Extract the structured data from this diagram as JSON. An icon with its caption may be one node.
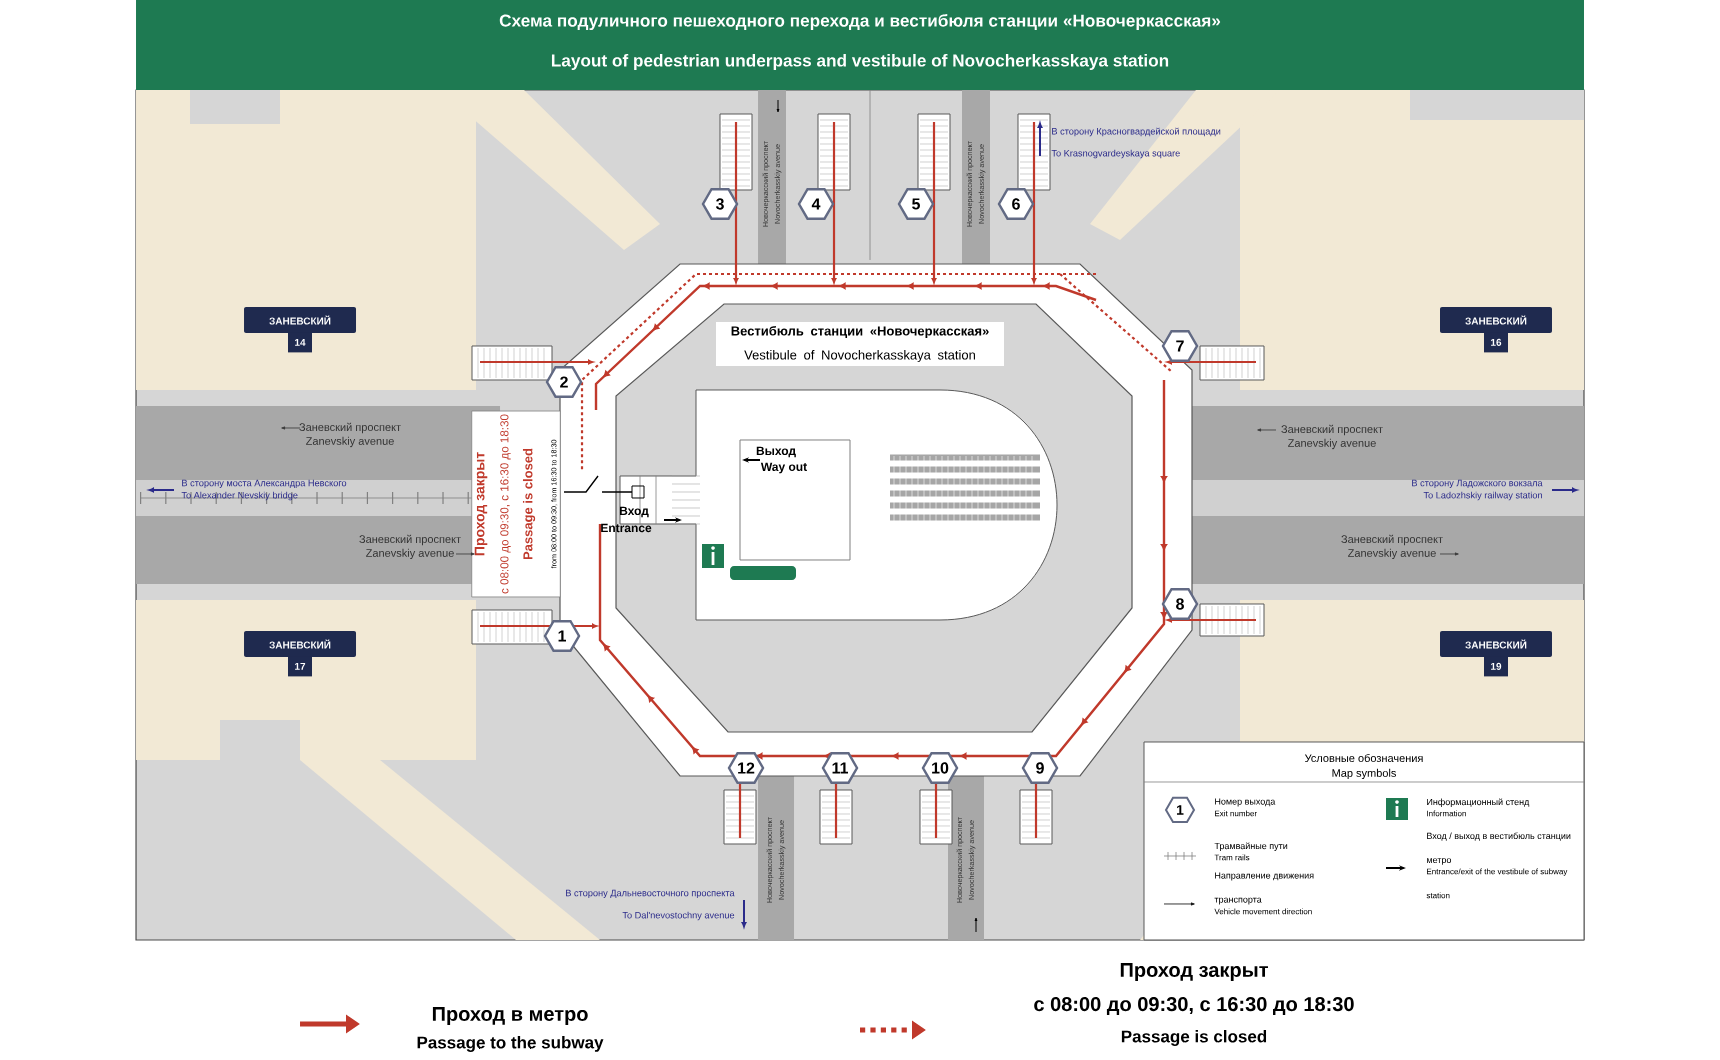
{
  "diagram": {
    "title": "Схема подуличного пешеходного перехода и вестибюля станции «Новочеркасская»",
    "caption": "Layout of pedestrian underpass and vestibule of Novocherkasskaya station",
    "nodes": [
      {
        "text": [
          "1"
        ]
      },
      {
        "text": [
          "2"
        ]
      },
      {
        "text": [
          "3"
        ]
      },
      {
        "text": [
          "4"
        ]
      },
      {
        "text": [
          "5"
        ]
      },
      {
        "text": [
          "6"
        ]
      },
      {
        "text": [
          "7"
        ]
      },
      {
        "text": [
          "8"
        ]
      },
      {
        "text": [
          "9"
        ]
      },
      {
        "text": [
          "10"
        ]
      },
      {
        "text": [
          "11"
        ]
      },
      {
        "text": [
          "12"
        ]
      },
      {
        "text": [
          "Вестибюль станции «Новочеркасская»",
          "Vestibule of Novocherkasskaya station"
        ]
      },
      {
        "text": [
          "Проход закрыт",
          "с 08:00 до 09:30, с 16:30 до 18:30",
          "Passage is closed",
          "from 08:00 to 09:30, from 16:30 to 18:30"
        ]
      },
      {
        "text": [
          "ЗАНЕВСКИЙ",
          "14"
        ]
      },
      {
        "text": [
          "ЗАНЕВСКИЙ",
          "16"
        ]
      },
      {
        "text": [
          "ЗАНЕВСКИЙ",
          "17"
        ]
      },
      {
        "text": [
          "ЗАНЕВСКИЙ",
          "19"
        ]
      }
    ],
    "labels": [
      "Заневский проспект",
      "Zanevskiy avenue",
      "Заневский проспект",
      "Zanevskiy avenue",
      "Заневский проспект",
      "Zanevskiy avenue",
      "Заневский проспект",
      "Zanevskiy avenue",
      "В сторону моста Александра Невского",
      "To Alexander Nevskiy bridge",
      "В сторону Ладожского вокзала",
      "To Ladozhskiy railway station",
      "В сторону Красногвардейской площади",
      "To Krasnogvardeyskaya square",
      "В сторону Дальневосточного проспекта",
      "To Dal'nevostochny avenue",
      "Новочеркасский проспект",
      "Novocherkasskiy avenue",
      "Новочеркасский проспект",
      "Novocherkasskiy avenue",
      "Новочеркасский проспект",
      "Novocherkasskiy avenue",
      "Новочеркасский проспект",
      "Novocherkasskiy avenue",
      "Выход",
      "Way out",
      "Вход",
      "Entrance",
      "Условные обозначения",
      "Map symbols",
      "1"
    ],
    "legend": [
      {
        "text": "Номер выхода"
      },
      {
        "text": "Exit number"
      },
      {
        "text": "Трамвайные пути"
      },
      {
        "text": "Tram rails"
      },
      {
        "text": "Направление движения транспорта"
      },
      {
        "text": "Vehicle movement direction"
      },
      {
        "text": "Информационный стенд"
      },
      {
        "text": "Information"
      },
      {
        "text": "Вход / выход в вестибюль станции метро"
      },
      {
        "text": "Entrance/exit of the vestibule of subway station"
      },
      {
        "text": "Проход в метро"
      },
      {
        "text": "Passage to the subway"
      },
      {
        "text": "Проход закрыт"
      },
      {
        "text": "с 08:00 до 09:30, с 16:30 до 18:30"
      },
      {
        "text": "Passage is closed"
      }
    ]
  }
}
